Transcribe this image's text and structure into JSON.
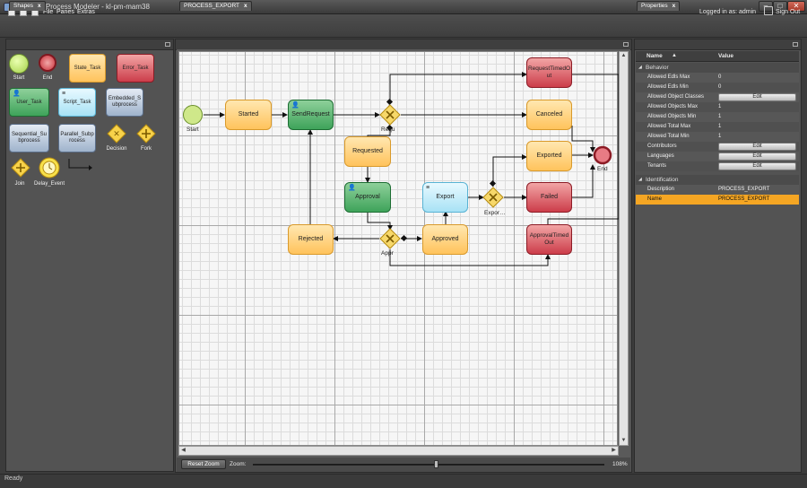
{
  "window": {
    "title": "Interplay Process Modeler - kl-pm-mam38"
  },
  "menu": {
    "items": [
      "File",
      "Panes",
      "Extras"
    ],
    "logged_in": "Logged in as: admin",
    "sign_out": "Sign Out"
  },
  "shapes_panel": {
    "tab": "Shapes",
    "items": {
      "start": "Start",
      "end": "End",
      "state_task": "State_Task",
      "error_task": "Error_Task",
      "user_task": "User_Task",
      "script_task": "Script_Task",
      "embedded_subprocess": "Embedded_S ubprocess",
      "sequential_subprocess": "Sequential_Su bprocess",
      "parallel_subprocess": "Parallel_Subp rocess",
      "decision": "Decision",
      "fork": "Fork",
      "join": "Join",
      "delay_event": "Delay_Event"
    }
  },
  "editor": {
    "tab": "PROCESS_EXPORT",
    "nodes": {
      "start": "Start",
      "started": "Started",
      "send_request": "SendRequest",
      "requested": "Requested",
      "approval": "Approval",
      "rejected": "Rejected",
      "approved": "Approved",
      "export": "Export",
      "request_timed_out": "RequestTimedO ut",
      "canceled": "Canceled",
      "exported": "Exported",
      "failed": "Failed",
      "approval_timed_out": "ApprovalTimed Out",
      "end": "End"
    },
    "gateways": {
      "g1": "Requ",
      "g2": "Appr",
      "g3": "Expor…"
    },
    "reset_zoom": "Reset Zoom",
    "zoom_label": "Zoom:",
    "zoom_value": "108%",
    "zoom_fraction": 0.52
  },
  "properties_panel": {
    "tab": "Properties",
    "col_name": "Name",
    "col_value": "Value",
    "behavior": {
      "section": "Behavior",
      "rows": [
        {
          "name": "Allowed Edls Max",
          "value": "0",
          "button": false
        },
        {
          "name": "Allowed Edls Min",
          "value": "0",
          "button": false
        },
        {
          "name": "Allowed Object Classes",
          "value": "Edit",
          "button": true
        },
        {
          "name": "Allowed Objects Max",
          "value": "1",
          "button": false
        },
        {
          "name": "Allowed Objects Min",
          "value": "1",
          "button": false
        },
        {
          "name": "Allowed Total Max",
          "value": "1",
          "button": false
        },
        {
          "name": "Allowed Total Min",
          "value": "1",
          "button": false
        },
        {
          "name": "Contributors",
          "value": "Edit",
          "button": true
        },
        {
          "name": "Languages",
          "value": "Edit",
          "button": true
        },
        {
          "name": "Tenants",
          "value": "Edit",
          "button": true
        }
      ]
    },
    "identification": {
      "section": "Identification",
      "rows": [
        {
          "name": "Description",
          "value": "PROCESS_EXPORT"
        },
        {
          "name": "Name",
          "value": "PROCESS_EXPORT"
        }
      ]
    }
  },
  "status": "Ready",
  "colors": {
    "accent_selected": "#f5a623",
    "task_orange": "#ffc35c",
    "task_green": "#3ea35a",
    "task_red": "#cc3d4a",
    "task_blue": "#a8e2f5"
  }
}
